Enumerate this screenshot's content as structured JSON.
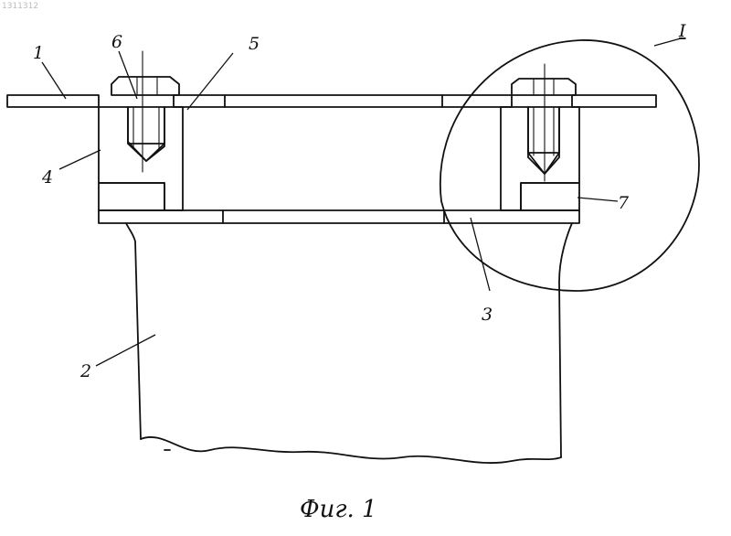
{
  "document": {
    "number": "1311312"
  },
  "callouts": {
    "c1": "1",
    "c2": "2",
    "c3": "3",
    "c4": "4",
    "c5": "5",
    "c6": "6",
    "c7": "7",
    "detail": "I"
  },
  "caption": "Фиг. 1"
}
